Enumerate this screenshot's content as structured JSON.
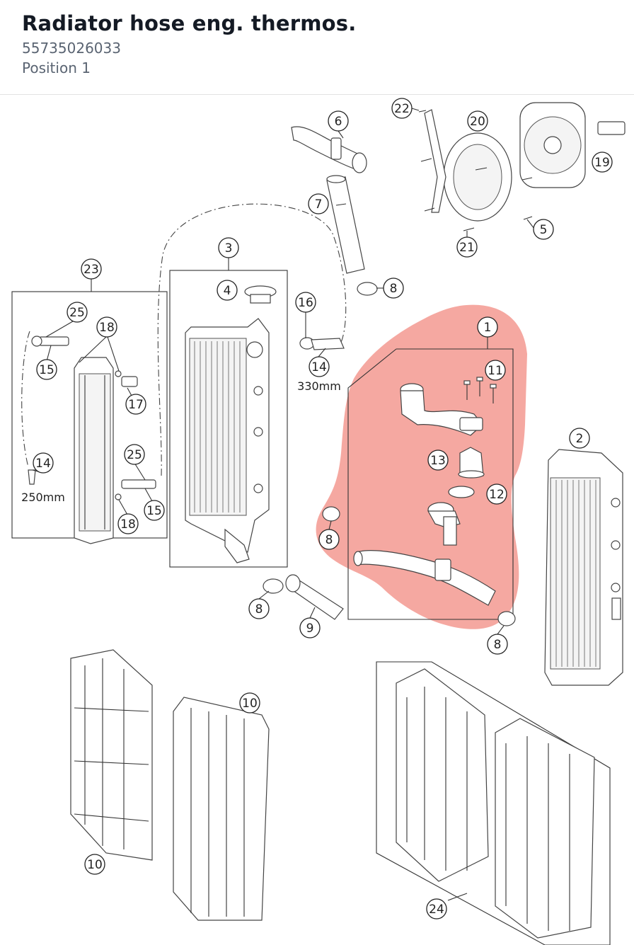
{
  "header": {
    "title": "Radiator hose eng. thermos.",
    "part_number": "55735026033",
    "position": "Position 1"
  },
  "highlight_color": "#f28b82",
  "callouts": {
    "c1": "1",
    "c2": "2",
    "c3": "3",
    "c4": "4",
    "c5": "5",
    "c6": "6",
    "c7": "7",
    "c8a": "8",
    "c8b": "8",
    "c8c": "8",
    "c8d": "8",
    "c9": "9",
    "c10a": "10",
    "c10b": "10",
    "c11": "11",
    "c12": "12",
    "c13": "13",
    "c14a": "14",
    "c14b": "14",
    "c15a": "15",
    "c15b": "15",
    "c16": "16",
    "c17": "17",
    "c18a": "18",
    "c18b": "18",
    "c19": "19",
    "c20": "20",
    "c21": "21",
    "c22": "22",
    "c23": "23",
    "c24": "24",
    "c25a": "25",
    "c25b": "25"
  },
  "dimensions": {
    "hose_330": "330mm",
    "hose_250": "250mm"
  }
}
